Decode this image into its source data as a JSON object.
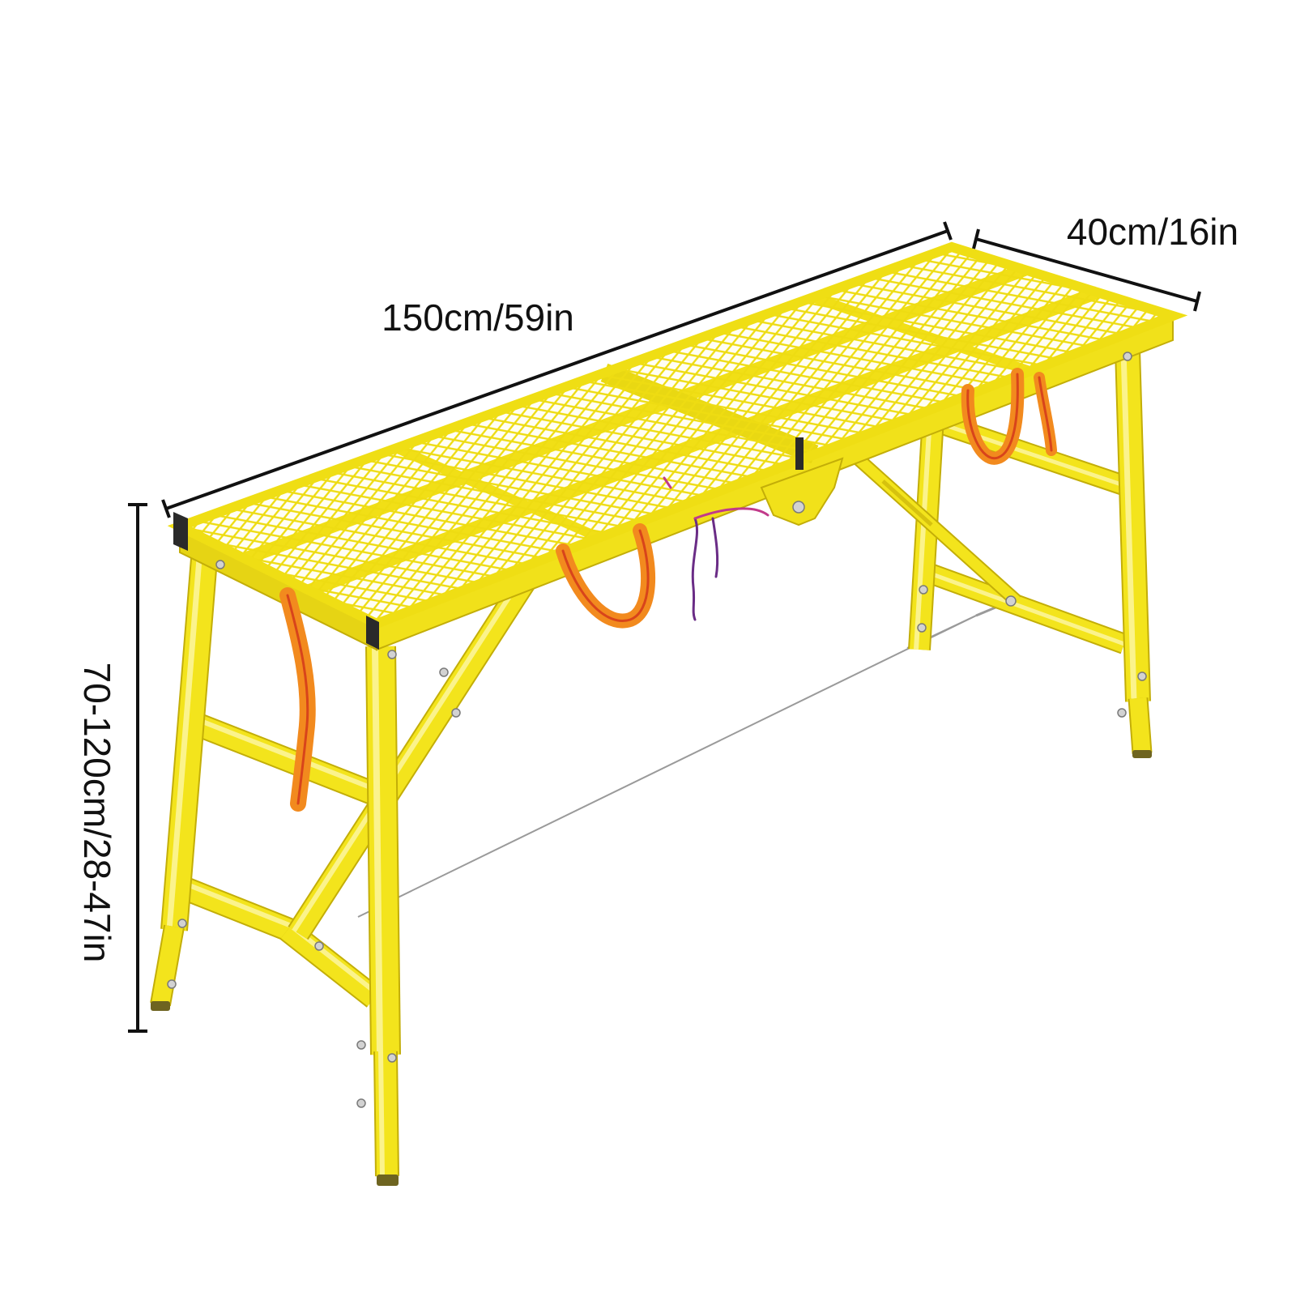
{
  "dimensions": {
    "length_label": "150cm/59in",
    "width_label": "40cm/16in",
    "height_label": "70-120cm/28-47in"
  },
  "colors": {
    "frame": "#f3e41c",
    "strap": "#f28a1e",
    "strap_stripe": "#d8441b",
    "dimension_line": "#111111",
    "background": "#ffffff"
  }
}
